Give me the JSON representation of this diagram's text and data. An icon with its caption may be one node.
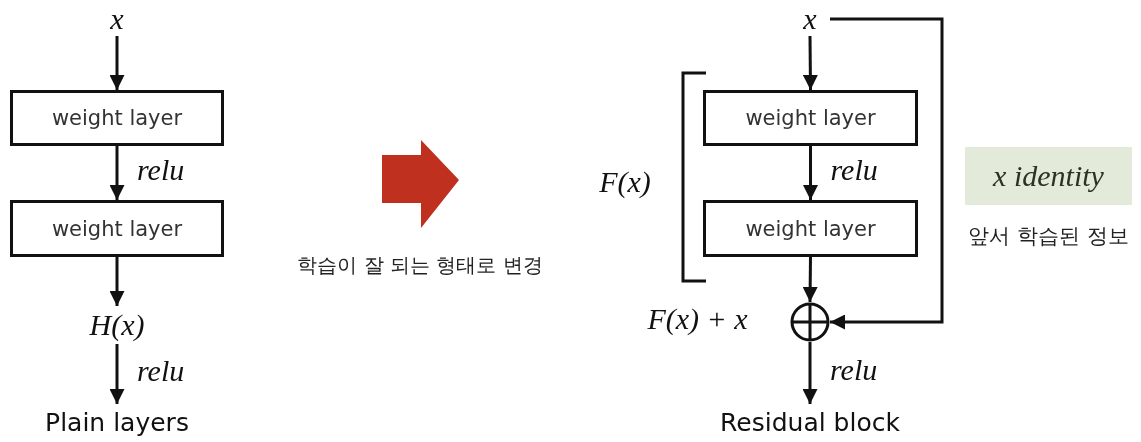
{
  "diagram": {
    "nodes": [
      {
        "text": [
          "x"
        ]
      },
      {
        "text": [
          "weight layer"
        ]
      },
      {
        "text": [
          "weight layer"
        ]
      },
      {
        "text": [
          "H(x)"
        ]
      },
      {
        "text": [
          "Plain layers"
        ]
      },
      {
        "text": [
          "x"
        ]
      },
      {
        "text": [
          "weight layer"
        ]
      },
      {
        "text": [
          "weight layer"
        ]
      },
      {
        "text": [],
        "shape": "circle"
      },
      {
        "text": [
          "Residual block"
        ]
      },
      {
        "text": [
          "x identity"
        ],
        "beside": [
          "앞서 학습된 정보"
        ]
      }
    ],
    "edges": [
      {
        "from": 0,
        "to": 1,
        "arrow": "to"
      },
      {
        "from": 1,
        "to": 2,
        "arrow": "to",
        "label": "relu"
      },
      {
        "from": 2,
        "to": 3,
        "arrow": "to"
      },
      {
        "from": 3,
        "to": 4,
        "arrow": "to",
        "label": "relu"
      },
      {
        "from": 5,
        "to": 6,
        "arrow": "to"
      },
      {
        "from": 6,
        "to": 7,
        "arrow": "to",
        "label": "relu"
      },
      {
        "from": 7,
        "to": 8,
        "arrow": "to"
      },
      {
        "from": 5,
        "to": 8,
        "arrow": "to"
      },
      {
        "from": 8,
        "to": 9,
        "arrow": "to",
        "label": "relu"
      }
    ],
    "labels": [
      "F(x)",
      "F(x) + x",
      "학습이 잘 되는 형태로 변경"
    ]
  }
}
